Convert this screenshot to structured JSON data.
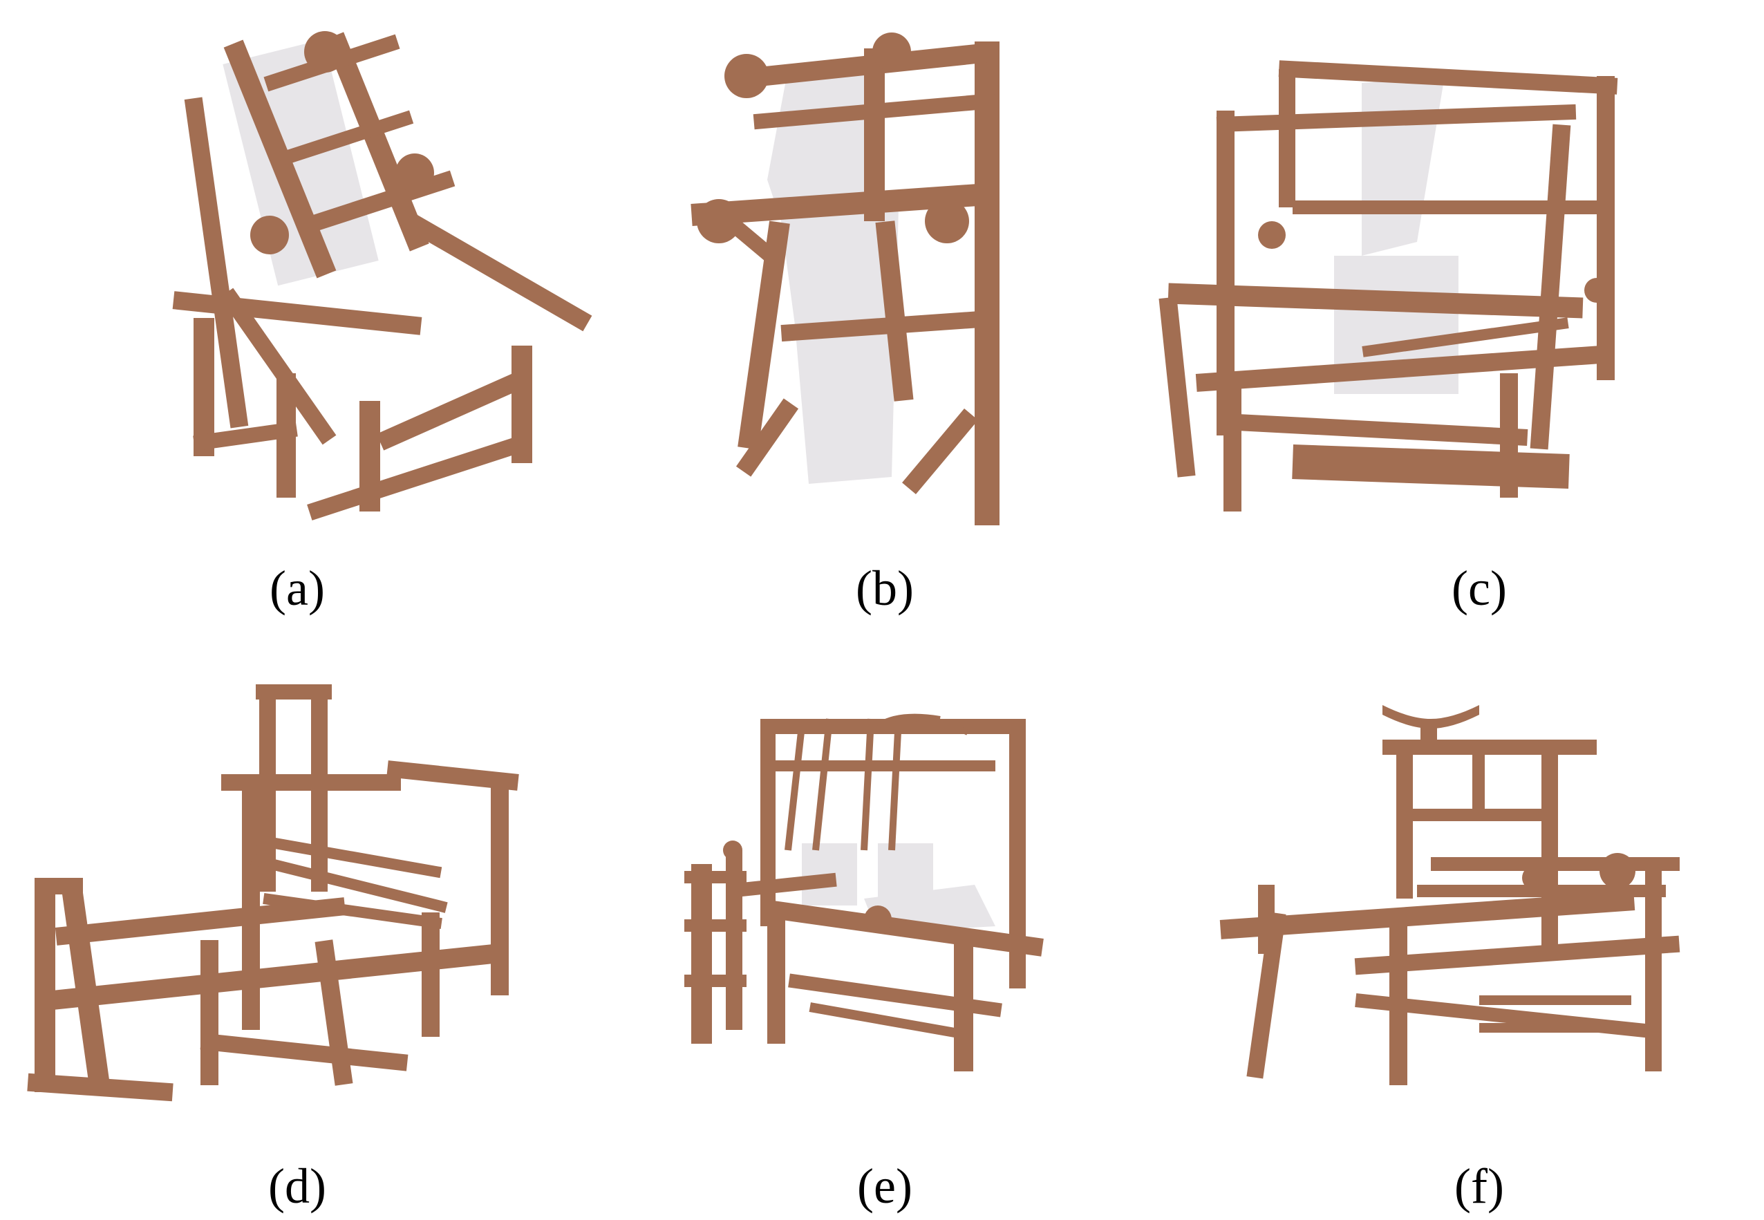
{
  "figure": {
    "panels": [
      {
        "id": "a",
        "label": "(a)",
        "icon": "loom-a-illustration"
      },
      {
        "id": "b",
        "label": "(b)",
        "icon": "loom-b-illustration"
      },
      {
        "id": "c",
        "label": "(c)",
        "icon": "loom-c-illustration"
      },
      {
        "id": "d",
        "label": "(d)",
        "icon": "loom-d-illustration"
      },
      {
        "id": "e",
        "label": "(e)",
        "icon": "loom-e-illustration"
      },
      {
        "id": "f",
        "label": "(f)",
        "icon": "loom-f-illustration"
      }
    ],
    "colors": {
      "wood": "#A26E52",
      "thread": "#E7E5E8",
      "background": "#FFFFFF"
    }
  }
}
